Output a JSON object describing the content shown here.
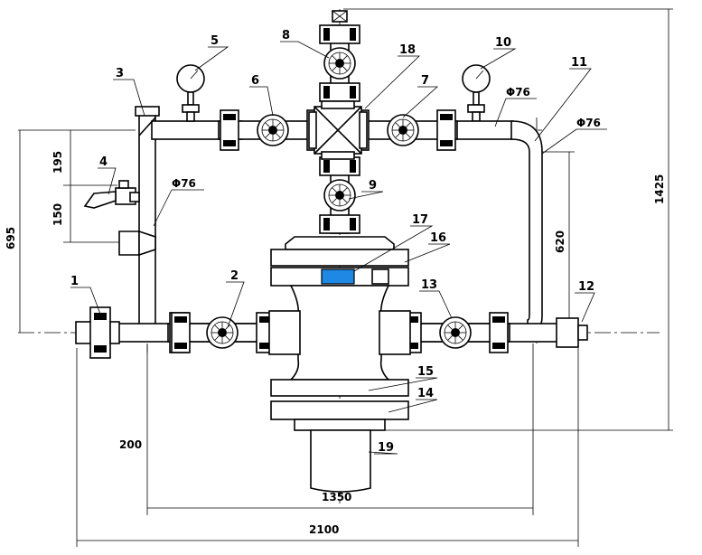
{
  "callouts": [
    {
      "id": "1",
      "text": "1"
    },
    {
      "id": "2",
      "text": "2"
    },
    {
      "id": "3",
      "text": "3"
    },
    {
      "id": "4",
      "text": "4"
    },
    {
      "id": "5",
      "text": "5"
    },
    {
      "id": "6",
      "text": "6"
    },
    {
      "id": "7",
      "text": "7"
    },
    {
      "id": "8",
      "text": "8"
    },
    {
      "id": "9",
      "text": "9"
    },
    {
      "id": "10",
      "text": "10"
    },
    {
      "id": "11",
      "text": "11"
    },
    {
      "id": "12",
      "text": "12"
    },
    {
      "id": "13",
      "text": "13"
    },
    {
      "id": "14",
      "text": "14"
    },
    {
      "id": "15",
      "text": "15"
    },
    {
      "id": "16",
      "text": "16"
    },
    {
      "id": "17",
      "text": "17"
    },
    {
      "id": "18",
      "text": "18"
    },
    {
      "id": "19",
      "text": "19"
    }
  ],
  "dimensions": {
    "d195": "195",
    "d150": "150",
    "d695": "695",
    "d620": "620",
    "d1425": "1425",
    "d200": "200",
    "d1350": "1350",
    "d2100": "2100",
    "phi76_a": "Φ76",
    "phi76_b": "Φ76",
    "phi76_c": "Φ76"
  },
  "colors": {
    "line": "#000000",
    "highlight": "#1e88e5"
  }
}
